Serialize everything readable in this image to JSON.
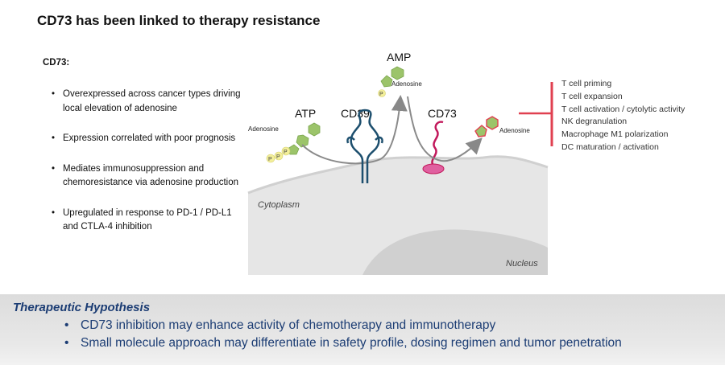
{
  "title": "CD73 has been linked to therapy resistance",
  "left": {
    "heading": "CD73:",
    "bullets": [
      "Overexpressed across cancer types driving local elevation of adenosine",
      "Expression correlated with poor prognosis",
      "Mediates immunosuppression and chemoresistance via adenosine production",
      "Upregulated in response to PD-1 / PD-L1 and CTLA-4 inhibition"
    ]
  },
  "diagram": {
    "atp": "ATP",
    "amp": "AMP",
    "cd39": "CD39",
    "cd73": "CD73",
    "adenosine_atp": "Adenosine",
    "adenosine_amp": "Adenosine",
    "adenosine_out": "Adenosine",
    "phosphate": "P",
    "cytoplasm": "Cytoplasm",
    "nucleus": "Nucleus",
    "colors": {
      "molecule_green": "#9cc46a",
      "phosphate_yellow": "#f3ef9a",
      "cd39_blue": "#1d4f6e",
      "cd73_pink": "#c2185b",
      "inhibit_red": "#e04050",
      "membrane_gray": "#e5e5e5"
    }
  },
  "effects": [
    "T cell priming",
    "T cell expansion",
    "T cell activation / cytolytic activity",
    "NK degranulation",
    "Macrophage M1 polarization",
    "DC maturation / activation"
  ],
  "hypothesis": {
    "title": "Therapeutic Hypothesis",
    "bullets": [
      "CD73 inhibition may enhance activity of chemotherapy and immunotherapy",
      "Small molecule approach may differentiate in safety profile, dosing regimen and tumor penetration"
    ]
  }
}
